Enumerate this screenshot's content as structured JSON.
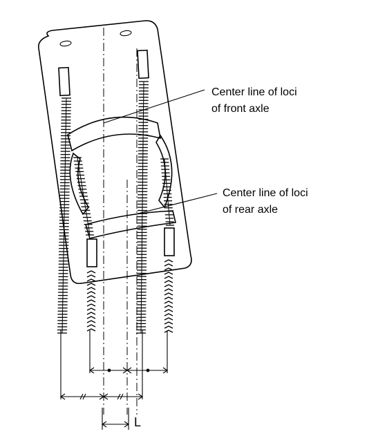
{
  "labels": {
    "front_axle_line1": "Center line of loci",
    "front_axle_line2": "of front axle",
    "rear_axle_line1": "Center line of loci",
    "rear_axle_line2": "of rear axle",
    "offset": "L"
  },
  "colors": {
    "ink": "#000000",
    "background": "#ffffff"
  }
}
